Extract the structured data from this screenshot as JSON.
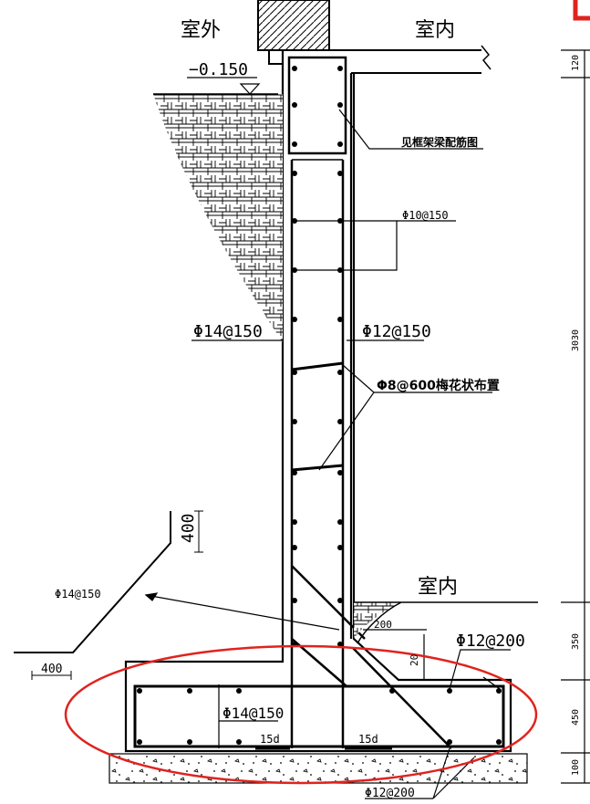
{
  "labels": {
    "outdoor": "室外",
    "indoor_top": "室内",
    "indoor_bottom": "室内",
    "elevation": "−0.150",
    "beam_note": "见框架梁配筋图",
    "rebar_inner_h": "Φ10@150",
    "rebar_outer": "Φ14@150",
    "rebar_inner": "Φ12@150",
    "tie": "Φ8@600梅花状布置",
    "dim_400_vert": "400",
    "dim_400_horiz": "400",
    "left_bar": "Φ14@150",
    "dim_200": "200",
    "dim_20": "20",
    "footing_top": "Φ12@200",
    "footing_bottom": "Φ12@200",
    "footing_label": "Φ14@150",
    "lap1": "15d",
    "lap2": "15d"
  },
  "dimensions": [
    "120",
    "3030",
    "350",
    "450",
    "100"
  ],
  "colors": {
    "line": "#000000",
    "highlight": "#e0231e"
  }
}
